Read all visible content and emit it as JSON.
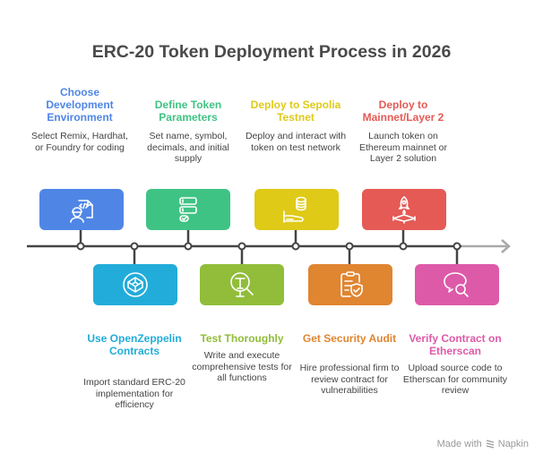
{
  "title": "ERC-20 Token Deployment Process in 2026",
  "steps": [
    {
      "title": "Choose Development Environment",
      "desc": "Select Remix, Hardhat, or Foundry for coding",
      "color": "#4f86e6",
      "icon": "developer-code-icon",
      "position": "top"
    },
    {
      "title": "Use OpenZeppelin Contracts",
      "desc": "Import standard ERC-20 implementation for efficiency",
      "color": "#22acd9",
      "icon": "codepen-cube-icon",
      "position": "bottom"
    },
    {
      "title": "Define Token Parameters",
      "desc": "Set name, symbol, decimals, and initial supply",
      "color": "#3fc384",
      "icon": "form-fields-icon",
      "position": "top"
    },
    {
      "title": "Test Thoroughly",
      "desc": "Write and execute comprehensive tests for all functions",
      "color": "#91bd3a",
      "icon": "text-search-icon",
      "position": "bottom"
    },
    {
      "title": "Deploy to Sepolia Testnet",
      "desc": "Deploy and interact with token on test network",
      "color": "#dfca17",
      "icon": "database-hand-icon",
      "position": "top"
    },
    {
      "title": "Get Security Audit",
      "desc": "Hire professional firm to review contract for vulnerabilities",
      "color": "#e08530",
      "icon": "clipboard-shield-icon",
      "position": "bottom"
    },
    {
      "title": "Deploy to Mainnet/Layer 2",
      "desc": "Launch token on Ethereum mainnet or Layer 2 solution",
      "color": "#e55a55",
      "icon": "rocket-launch-icon",
      "position": "top"
    },
    {
      "title": "Verify Contract on Etherscan",
      "desc": "Upload source code to Etherscan for community review",
      "color": "#dd5aa8",
      "icon": "chat-search-icon",
      "position": "bottom"
    }
  ],
  "footer": {
    "prefix": "Made with",
    "brand": "Napkin"
  }
}
